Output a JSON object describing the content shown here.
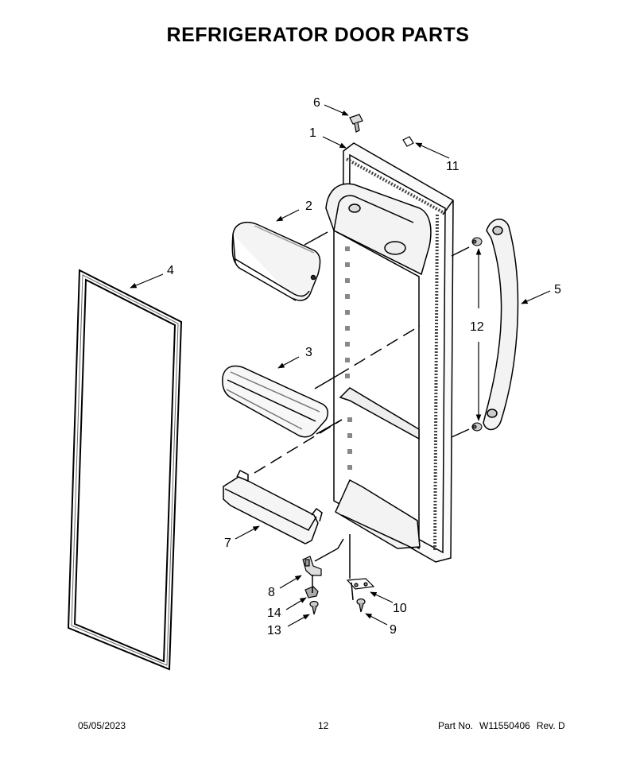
{
  "title": "REFRIGERATOR DOOR PARTS",
  "callouts": {
    "c1": "1",
    "c2": "2",
    "c3": "3",
    "c4": "4",
    "c5": "5",
    "c6": "6",
    "c7": "7",
    "c8": "8",
    "c9": "9",
    "c10": "10",
    "c11": "11",
    "c12": "12",
    "c13": "13",
    "c14": "14"
  },
  "footer": {
    "date": "05/05/2023",
    "page": "12",
    "part_label": "Part No.",
    "part_number": "W11550406",
    "revision": "Rev. D"
  }
}
